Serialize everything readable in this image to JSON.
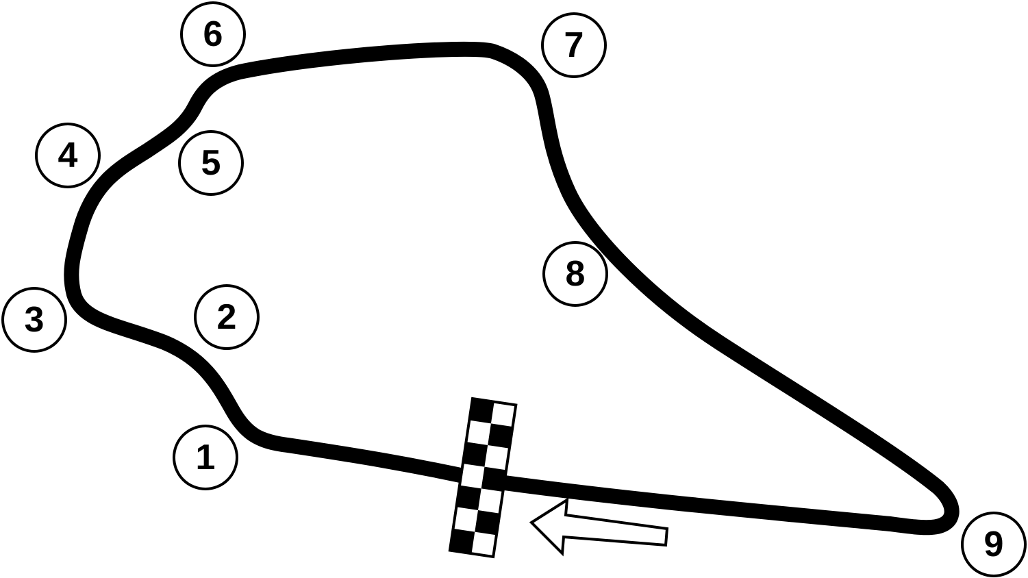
{
  "colors": {
    "track": "#000000",
    "background": "#ffffff",
    "marker_stroke": "#000000",
    "marker_fill": "#ffffff"
  },
  "corners": [
    {
      "id": "1",
      "label": "1"
    },
    {
      "id": "2",
      "label": "2"
    },
    {
      "id": "3",
      "label": "3"
    },
    {
      "id": "4",
      "label": "4"
    },
    {
      "id": "5",
      "label": "5"
    },
    {
      "id": "6",
      "label": "6"
    },
    {
      "id": "7",
      "label": "7"
    },
    {
      "id": "8",
      "label": "8"
    },
    {
      "id": "9",
      "label": "9"
    }
  ],
  "icons": {
    "finish_line": "checkered-flag-icon",
    "direction": "arrow-left-icon"
  }
}
